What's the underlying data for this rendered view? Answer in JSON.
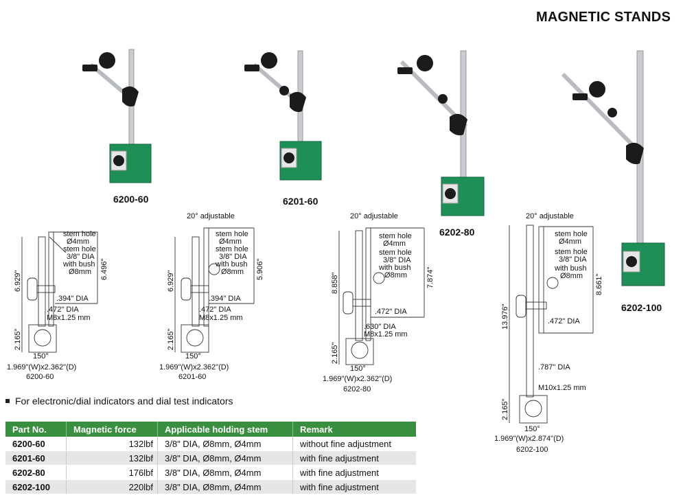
{
  "title": "MAGNETIC STANDS",
  "products": [
    {
      "model": "6200-60"
    },
    {
      "model": "6201-60"
    },
    {
      "model": "6202-80"
    },
    {
      "model": "6202-100"
    }
  ],
  "drawings": {
    "common": {
      "stem_hole": "stem hole",
      "d4": "Ø4mm",
      "dia38": "3/8\" DIA",
      "with_bush": "with bush",
      "d8": "Ø8mm",
      "adjustable": "20° adjustable",
      "angle150": "150°",
      "h2165": "2.165\"",
      "dia472": ".472\" DIA"
    },
    "d6200": {
      "h_total": "6.929\"",
      "h_arm": "6.496\"",
      "dia394": ".394\" DIA",
      "thread": "M8x1.25 mm",
      "base": "1.969\"(W)x2.362\"(D)",
      "model": "6200-60"
    },
    "d6201": {
      "h_total": "6.929\"",
      "h_arm": "5.906\"",
      "dia394": ".394\" DIA",
      "thread": "M8x1.25 mm",
      "base": "1.969\"(W)x2.362\"(D)",
      "model": "6201-60"
    },
    "d6202_80": {
      "h_total": "8.858\"",
      "h_arm": "7.874\"",
      "dia630": ".630\" DIA",
      "thread": "M8x1.25 mm",
      "base": "1.969\"(W)x2.362\"(D)",
      "model": "6202-80"
    },
    "d6202_100": {
      "h_total": "13.976\"",
      "h_arm": "8.661\"",
      "dia787": ".787\" DIA",
      "thread": "M10x1.25 mm",
      "base": "1.969\"(W)x2.874\"(D)",
      "model": "6202-100"
    }
  },
  "note": "For electronic/dial indicators and dial test indicators",
  "table": {
    "headers": [
      "Part No.",
      "Magnetic force",
      "Applicable holding stem",
      "Remark"
    ],
    "rows": [
      {
        "part": "6200-60",
        "force": "132lbf",
        "stem": "3/8\" DIA, Ø8mm, Ø4mm",
        "remark": "without fine adjustment"
      },
      {
        "part": "6201-60",
        "force": "132lbf",
        "stem": "3/8\" DIA, Ø8mm, Ø4mm",
        "remark": "with fine adjustment"
      },
      {
        "part": "6202-80",
        "force": "176lbf",
        "stem": "3/8\" DIA, Ø8mm, Ø4mm",
        "remark": "with fine adjustment"
      },
      {
        "part": "6202-100",
        "force": "220lbf",
        "stem": "3/8\" DIA, Ø8mm, Ø4mm",
        "remark": "with fine adjustment"
      }
    ]
  },
  "colors": {
    "base_green": "#1f8f58",
    "header_green": "#3a8e3f",
    "chrome": "#c9ccd0",
    "knob": "#1b1b1b"
  }
}
